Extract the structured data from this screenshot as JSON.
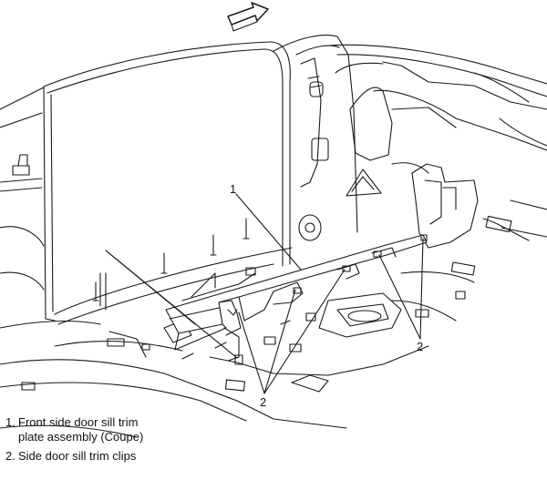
{
  "callouts": {
    "sill_plate": "1",
    "clips_right": "2",
    "clips_bottom": "2"
  },
  "legend": [
    {
      "num": "1.",
      "text": "Front side door sill trim\nplate assembly (Coupe)"
    },
    {
      "num": "2.",
      "text": "Side door sill trim clips"
    }
  ],
  "icons": {
    "direction": "arrow-right-icon"
  }
}
